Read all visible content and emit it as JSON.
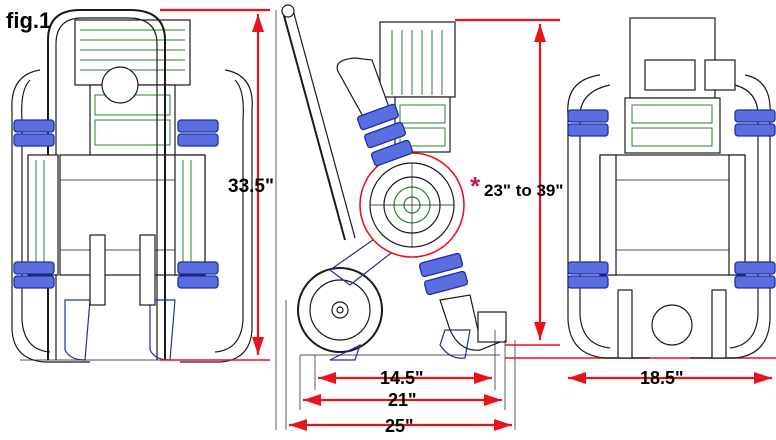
{
  "figure_label": "fig.1",
  "dimensions": {
    "height": "33.5\"",
    "stroke": "23\" to 39\"",
    "stroke_marker": "*",
    "base_width": "14.5\"",
    "mid_width": "21\"",
    "overall_length": "25\"",
    "end_width": "18.5\""
  },
  "colors": {
    "dimension": "#e8141c",
    "outline": "#1a1a1a",
    "fittings": "#1f2ea8",
    "motor": "#2e7d32",
    "marker": "#c2185b"
  }
}
